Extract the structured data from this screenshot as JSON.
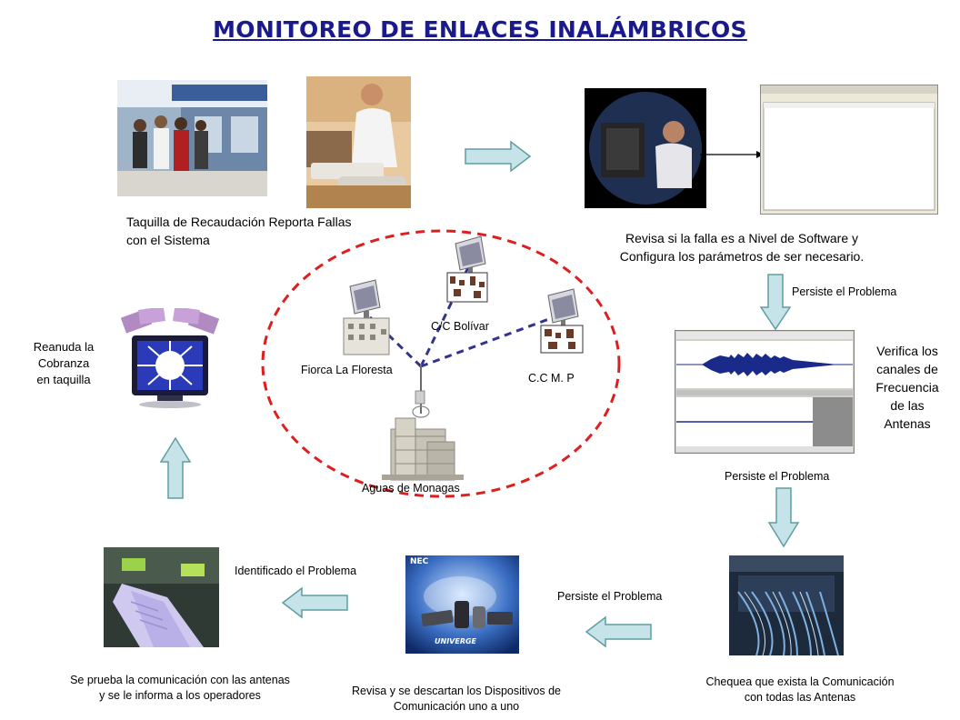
{
  "title": "MONITOREO DE ENLACES INALÁMBRICOS",
  "steps": {
    "taquilla": [
      "Taquilla de Recaudación Reporta Fallas",
      "con el Sistema"
    ],
    "software": [
      "Revisa si la falla es a Nivel de Software y",
      "Configura los parámetros de ser necesario."
    ],
    "frecuencia": [
      "Verifica los",
      "canales de",
      "Frecuencia",
      "de las",
      "Antenas"
    ],
    "comunicacion": [
      "Chequea que exista la Comunicación",
      "con  todas las Antenas"
    ],
    "dispositivos": [
      "Revisa y se descartan  los Dispositivos de",
      "Comunicación uno a uno"
    ],
    "prueba": [
      "Se prueba la comunicación con las antenas",
      "y se le informa a los operadores"
    ],
    "reanuda": [
      "Reanuda la",
      "Cobranza",
      "en taquilla"
    ]
  },
  "arrows": {
    "persiste_1": "Persiste el Problema",
    "persiste_2": "Persiste el Problema",
    "persiste_3": "Persiste el Problema",
    "identificado": "Identificado el Problema"
  },
  "network": {
    "bolivar": "C/C Bolívar",
    "floresta": "Fiorca La Floresta",
    "ccmp": "C.C M. P",
    "aguas": "Aguas de Monagas"
  },
  "logos": {
    "nec": "NEC",
    "univerge": "UNIVERGE"
  },
  "colors": {
    "title": "#1a1a8c",
    "arrow_fill": "#c6e3ea",
    "arrow_stroke": "#5f9ea0",
    "ellipse": "#dd1f1f",
    "link": "#33338f"
  }
}
